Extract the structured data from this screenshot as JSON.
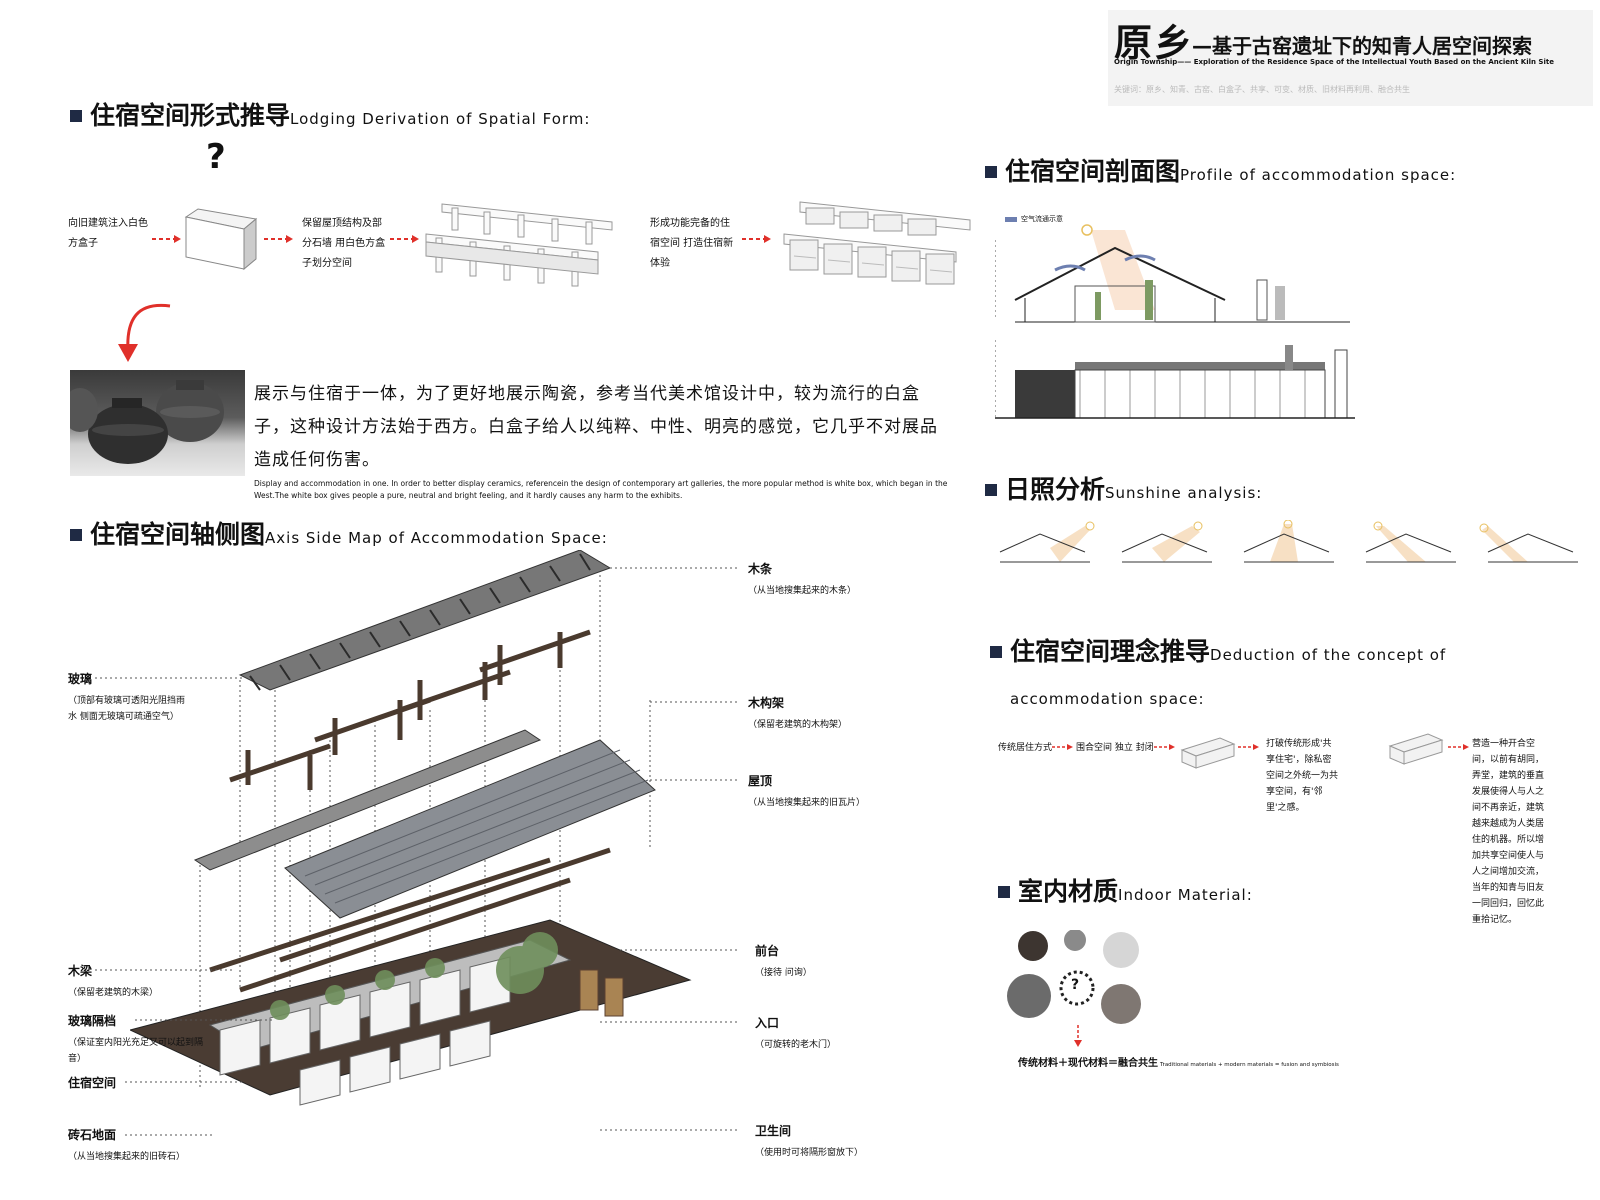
{
  "header": {
    "title_main": "原乡",
    "title_sub": "—基于古窑遗址下的知青人居空间探索",
    "title_en": "Origin Township—— Exploration of the Residence Space of the Intellectual Youth Based on the Ancient Kiln Site",
    "keywords": "关键词：原乡、知青、古窑、白盒子、共享、可变、材质、旧材料再利用、融合共生"
  },
  "derivation": {
    "title_cn": "住宿空间形式推导",
    "title_en": "Lodging Derivation of Spatial Form:",
    "question_mark": "?",
    "steps": [
      {
        "text": "向旧建筑注入白色方盒子"
      },
      {
        "text": "保留屋顶结构及部分石墙 用白色方盒子划分空间"
      },
      {
        "text": "形成功能完备的住宿空间 打造住宿新体验"
      }
    ],
    "paragraph_cn": "展示与住宿于一体，为了更好地展示陶瓷，参考当代美术馆设计中，较为流行的白盒子，这种设计方法始于西方。白盒子给人以纯粹、中性、明亮的感觉，它几乎不对展品造成任何伤害。",
    "paragraph_en": "Display and accommodation in one. In order to better display ceramics, referencein the design of contemporary art galleries, the more popular method is white box, which began in the West.The white box gives people a pure, neutral and bright feeling, and it hardly causes any harm to the exhibits."
  },
  "axis_map": {
    "title_cn": "住宿空间轴侧图",
    "title_en": "Axis Side Map of Accommodation Space:",
    "labels_left": [
      {
        "name": "玻璃",
        "sub": "（顶部有玻璃可透阳光阻挡雨水 侧面无玻璃可疏通空气）"
      },
      {
        "name": "木梁",
        "sub": "（保留老建筑的木梁）"
      },
      {
        "name": "玻璃隔档",
        "sub": "（保证室内阳光充足又可以起到隔音）"
      },
      {
        "name": "住宿空间",
        "sub": ""
      },
      {
        "name": "砖石地面",
        "sub": "（从当地搜集起来的旧砖石）"
      }
    ],
    "labels_right": [
      {
        "name": "木条",
        "sub": "（从当地搜集起来的木条）"
      },
      {
        "name": "木构架",
        "sub": "（保留老建筑的木构架）"
      },
      {
        "name": "屋顶",
        "sub": "（从当地搜集起来的旧瓦片）"
      },
      {
        "name": "前台",
        "sub": "（接待 问询）"
      },
      {
        "name": "入口",
        "sub": "（可旋转的老木门）"
      },
      {
        "name": "卫生间",
        "sub": "（使用时可将隔形窗放下）"
      }
    ]
  },
  "profile": {
    "title_cn": "住宿空间剖面图",
    "title_en": "Profile of accommodation space:",
    "legend": "空气流通示意"
  },
  "sunshine": {
    "title_cn": "日照分析",
    "title_en": "Sunshine analysis:"
  },
  "concept": {
    "title_cn": "住宿空间理念推导",
    "title_en_1": "Deduction of the concept of",
    "title_en_2": "accommodation space:",
    "step1": "传统居住方式",
    "step2": "围合空间 独立 封闭",
    "text_a": "打破传统形成'共享住宅'，除私密空间之外统一为共享空间，有'邻里'之感。",
    "text_b": "营造一种开合空间，以前有胡同，弄堂，建筑的垂直发展使得人与人之间不再亲近，建筑越来越成为人类居住的机器。所以增加共享空间使人与人之间增加交流，当年的知青与旧友一同回归，回忆此重拾记忆。"
  },
  "material": {
    "title_cn": "室内材质",
    "title_en": "Indoor Material:",
    "center_mark": "?",
    "formula_cn": "传统材料＋现代材料＝融合共生",
    "formula_en": "Traditional materials + modern materials = fusion and symbiosis"
  },
  "colors": {
    "accent_red": "#e0302a",
    "title_square": "#1f2a44",
    "wood": "#4a3a2e",
    "sun": "#f0c18a"
  }
}
